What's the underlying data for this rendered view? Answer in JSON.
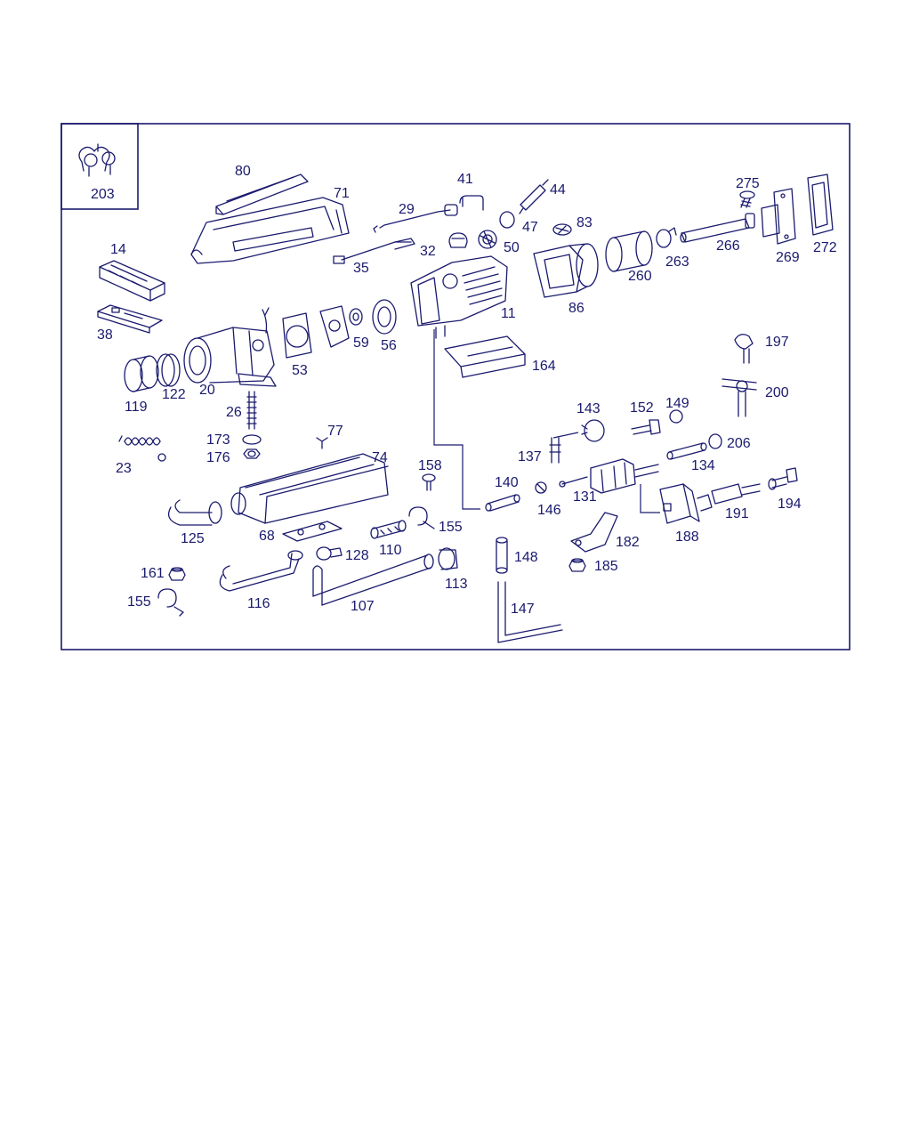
{
  "diagram": {
    "line_color": "#1a1a6e",
    "background": "#ffffff",
    "inset_label": "203",
    "callouts": {
      "c80": "80",
      "c71": "71",
      "c41": "41",
      "c44": "44",
      "c275": "275",
      "c29": "29",
      "c47": "47",
      "c83": "83",
      "c14": "14",
      "c32": "32",
      "c50": "50",
      "c35": "35",
      "c266": "266",
      "c263": "263",
      "c269": "269",
      "c272": "272",
      "c260": "260",
      "c11": "11",
      "c86": "86",
      "c38": "38",
      "c53": "53",
      "c59": "59",
      "c56": "56",
      "c164": "164",
      "c197": "197",
      "c200": "200",
      "c119": "119",
      "c122": "122",
      "c20": "20",
      "c26": "26",
      "c143": "143",
      "c152": "152",
      "c149": "149",
      "c173": "173",
      "c77": "77",
      "c206": "206",
      "c176": "176",
      "c23": "23",
      "c74": "74",
      "c137": "137",
      "c134": "134",
      "c158": "158",
      "c140": "140",
      "c131": "131",
      "c146": "146",
      "c191": "191",
      "c194": "194",
      "c125": "125",
      "c68": "68",
      "c155a": "155",
      "c110": "110",
      "c182": "182",
      "c188": "188",
      "c128": "128",
      "c148": "148",
      "c185": "185",
      "c161": "161",
      "c113": "113",
      "c116": "116",
      "c155b": "155",
      "c107": "107",
      "c147": "147"
    }
  }
}
